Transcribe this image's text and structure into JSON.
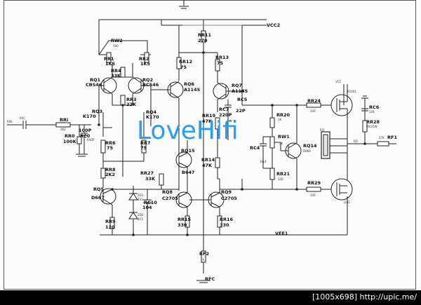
{
  "watermark": "LoveHifi",
  "footer": "[1005x698] http://upic.me/",
  "rails": {
    "vcc": "VCC2",
    "vee": "VEE1"
  },
  "components": {
    "rin": {
      "ref": "RIN"
    },
    "rsc": {
      "ref": "RSC"
    },
    "rrin": {
      "ref": "RRi",
      "value": "2K2"
    },
    "c100p": {
      "value": "100P"
    },
    "rr0": {
      "ref": "RR0",
      "value": "100K"
    },
    "rc0": {
      "ref": "RC0",
      "value": "RSDF"
    },
    "rw2": {
      "ref": "RW2",
      "value": "500"
    },
    "rr1": {
      "ref": "RR1",
      "value": "1K5"
    },
    "rr2": {
      "ref": "RR2",
      "value": "1K5"
    },
    "rr4": {
      "ref": "RR4",
      "value": "33K"
    },
    "rq1": {
      "ref": "RQ1",
      "value": "CBS46"
    },
    "rq2": {
      "ref": "RQ2",
      "value": "BC546"
    },
    "rr3": {
      "ref": "RR3",
      "value": "22K"
    },
    "rq3": {
      "ref": "RQ3",
      "value": "K170"
    },
    "rq4": {
      "ref": "RQ4",
      "value": "K170"
    },
    "rr6": {
      "ref": "RR6",
      "value": "75"
    },
    "rr7": {
      "ref": "RR7",
      "value": "75"
    },
    "rr8": {
      "ref": "RR8",
      "value": "2K2"
    },
    "rq5": {
      "ref": "RQ5",
      "value": "D667"
    },
    "rr9": {
      "ref": "RR9",
      "value": "120"
    },
    "zd1": {
      "ref": "ZD1",
      "value": "4V3"
    },
    "zd2": {
      "ref": "ZD2",
      "value": "4V3"
    },
    "rc10": {
      "ref": "RC10",
      "value": "104"
    },
    "rr27": {
      "ref": "RR27",
      "value": "33K"
    },
    "rq8": {
      "ref": "RQ8",
      "value": "C2705"
    },
    "rr15": {
      "ref": "RR15",
      "value": "330"
    },
    "rq9": {
      "ref": "RQ9",
      "value": "C2705"
    },
    "rr16": {
      "ref": "RR16",
      "value": "330"
    },
    "rr11": {
      "ref": "RR11",
      "value": "270"
    },
    "rr12": {
      "ref": "RR12",
      "value": "75"
    },
    "rr13": {
      "ref": "RR13",
      "value": "75"
    },
    "rq6": {
      "ref": "RQ6",
      "value": "A1145"
    },
    "rq7": {
      "ref": "RQ7",
      "value": "A1145"
    },
    "rc7": {
      "ref": "RC7",
      "value": "220P"
    },
    "c22p": {
      "value": "22P"
    },
    "rc5": {
      "ref": "RC5"
    },
    "rr19": {
      "ref": "RR19",
      "value": "47K"
    },
    "rr14": {
      "ref": "RR14",
      "value": "47K"
    },
    "rq15": {
      "ref": "RQ15",
      "value": "B647"
    },
    "rc4": {
      "ref": "RC4",
      "value": "10uF"
    },
    "rr20": {
      "ref": "RR20",
      "value": "1K"
    },
    "rw1": {
      "ref": "RW1",
      "value": "2K"
    },
    "rr21": {
      "ref": "RR21",
      "value": "330"
    },
    "rq14": {
      "ref": "RQ14",
      "value": "D669"
    },
    "rr24": {
      "ref": "RR24",
      "value": "330"
    },
    "rr29": {
      "ref": "RR29",
      "value": "330"
    },
    "qn": {
      "rail": "VCC",
      "value": "K1001"
    },
    "qp": {
      "value": "J162"
    },
    "rc6": {
      "ref": "RC6",
      "value": "104"
    },
    "rr28": {
      "ref": "RR28",
      "value": "8R2/5W"
    },
    "rf1": {
      "ref": "RF1",
      "value": "27K"
    },
    "jack": {
      "ref": "RJ1"
    },
    "out": {
      "ref": "RO"
    },
    "rf2": {
      "ref": "RF2",
      "value": "1K"
    },
    "rfc": {
      "ref": "RFC"
    }
  }
}
